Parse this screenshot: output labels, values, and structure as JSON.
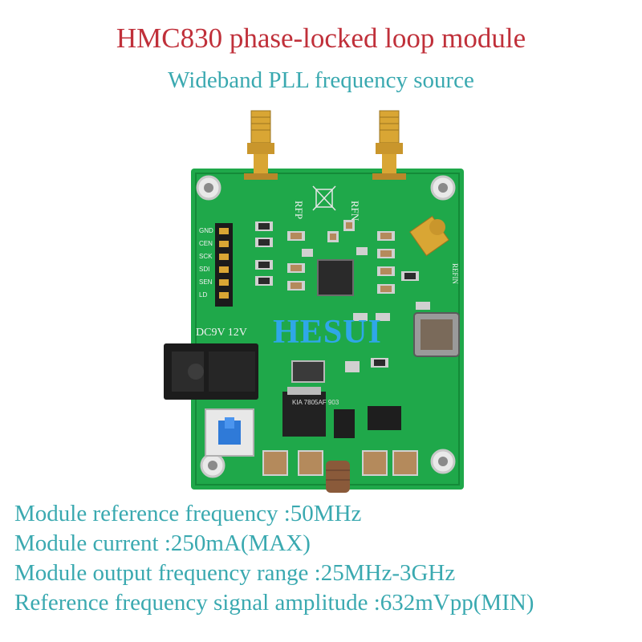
{
  "header": {
    "title": "HMC830 phase-locked loop module",
    "subtitle": "Wideband PLL frequency source"
  },
  "board": {
    "watermark": "HESUI",
    "silkscreen": {
      "rfp": "RFP",
      "rfn": "RFN",
      "refin": "REFIN",
      "power": "DC9V  12V",
      "regulator": "KIA 7805AF 903",
      "pins": [
        "GND",
        "CEN",
        "SCK",
        "SDI",
        "SEN",
        "LD"
      ]
    },
    "colors": {
      "pcb": "#1fa84a",
      "pcb_dark": "#148a38",
      "gold": "#d9a634"
    }
  },
  "specs": [
    "Module reference frequency :50MHz",
    "Module current :250mA(MAX)",
    "Module output frequency range :25MHz-3GHz",
    "Reference frequency signal amplitude :632mVpp(MIN)"
  ]
}
